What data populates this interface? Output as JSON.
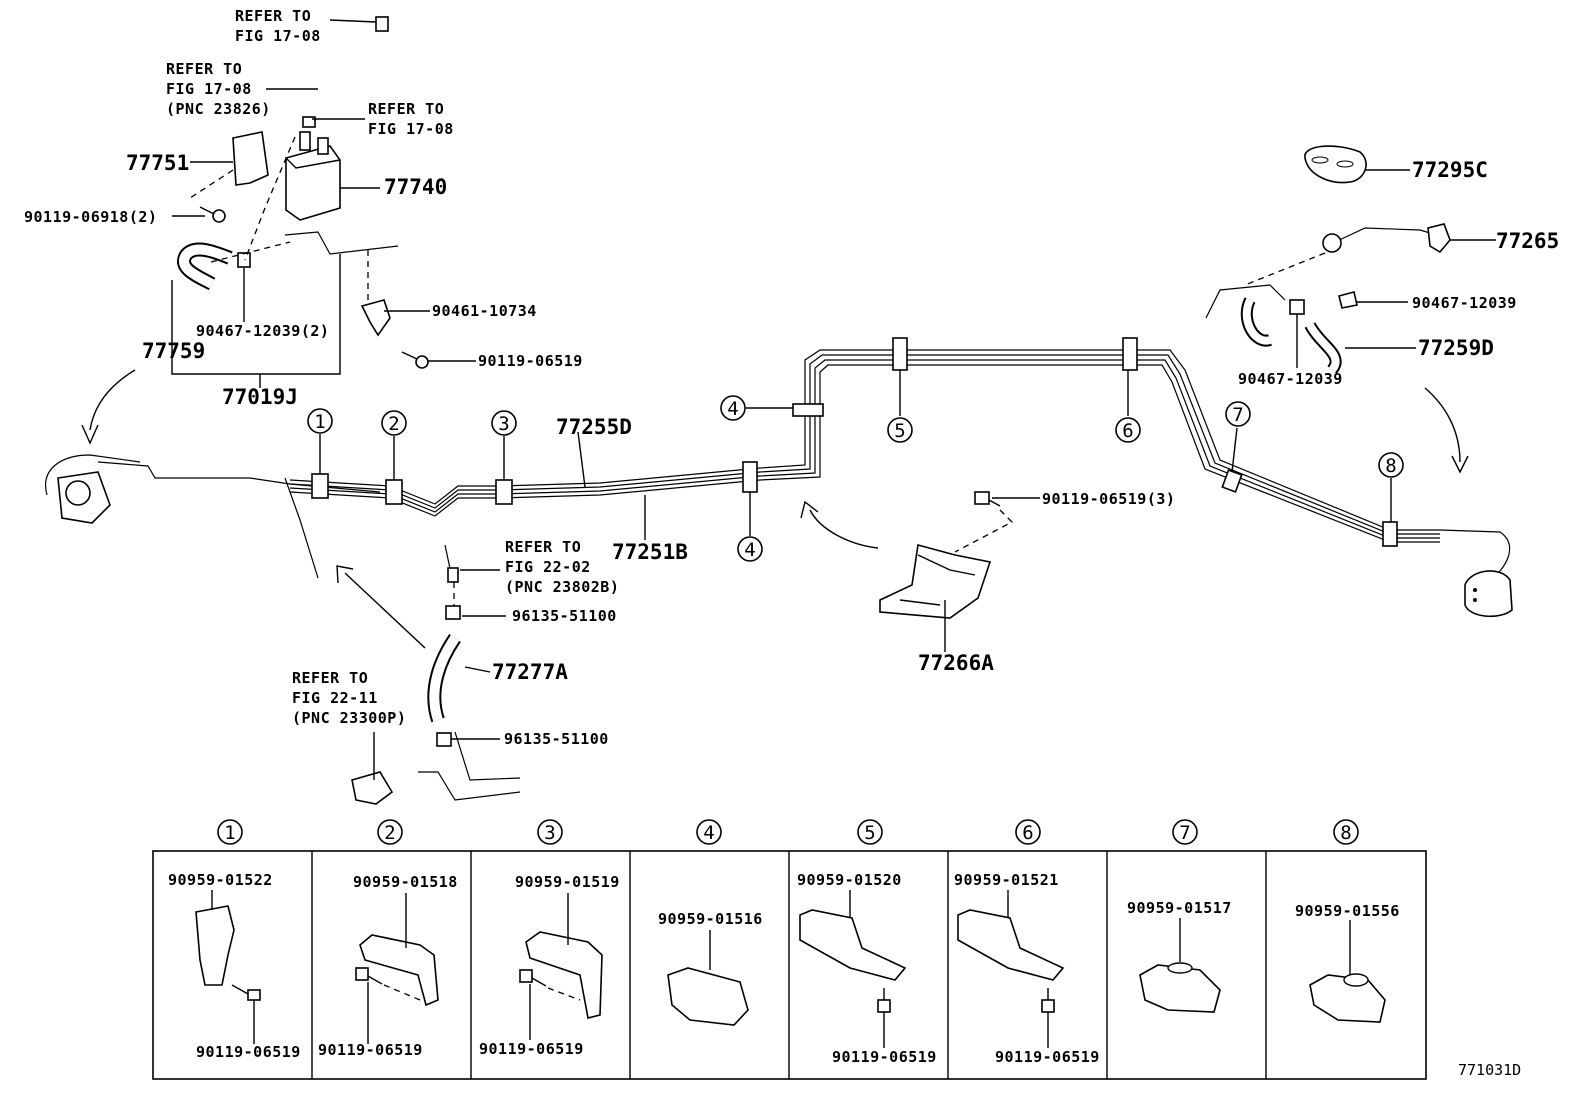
{
  "refs": {
    "r1": [
      "REFER TO",
      "FIG 17-08"
    ],
    "r2": [
      "REFER TO",
      "FIG 17-08",
      "(PNC 23826)"
    ],
    "r3": [
      "REFER TO",
      "FIG 17-08"
    ],
    "r4": [
      "REFER TO",
      "FIG 22-02",
      "(PNC 23802B)"
    ],
    "r5": [
      "REFER TO",
      "FIG 22-11",
      "(PNC 23300P)"
    ]
  },
  "parts": {
    "p77751": "77751",
    "p77740": "77740",
    "p90119_06918": "90119-06918(2)",
    "p90467_12039_2": "90467-12039(2)",
    "p77759": "77759",
    "p77019J": "77019J",
    "p90461_10734": "90461-10734",
    "p90119_06519_a": "90119-06519",
    "p77255D": "77255D",
    "p77251B": "77251B",
    "p96135_51100_a": "96135-51100",
    "p77277A": "77277A",
    "p96135_51100_b": "96135-51100",
    "p90119_06519_3": "90119-06519(3)",
    "p77266A": "77266A",
    "p77295C": "77295C",
    "p77265": "77265",
    "p90467_12039_a": "90467-12039",
    "p77259D": "77259D",
    "p90467_12039_b": "90467-12039"
  },
  "clamp_markers": [
    "1",
    "2",
    "3",
    "4",
    "4",
    "5",
    "6",
    "7",
    "8"
  ],
  "legend": {
    "headers": [
      "1",
      "2",
      "3",
      "4",
      "5",
      "6",
      "7",
      "8"
    ],
    "cells": [
      {
        "top": "90959-01522",
        "bottom": "90119-06519"
      },
      {
        "top": "90959-01518",
        "bottom": "90119-06519"
      },
      {
        "top": "90959-01519",
        "bottom": "90119-06519"
      },
      {
        "top": "90959-01516",
        "bottom": ""
      },
      {
        "top": "90959-01520",
        "bottom": "90119-06519"
      },
      {
        "top": "90959-01521",
        "bottom": "90119-06519"
      },
      {
        "top": "90959-01517",
        "bottom": ""
      },
      {
        "top": "90959-01556",
        "bottom": ""
      }
    ]
  },
  "figure_id": "771031D"
}
